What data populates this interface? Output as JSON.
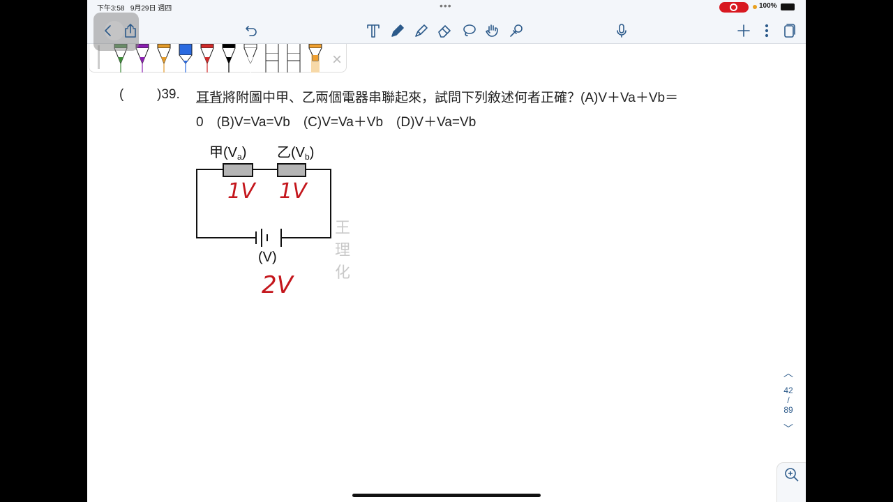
{
  "status": {
    "time": "下午3:58",
    "date": "9月29日 週四",
    "battery": "100%",
    "multitask": "•••"
  },
  "toolbar": {
    "icons": [
      "back-icon",
      "share-icon",
      "undo-icon",
      "text-tool-icon",
      "pen-icon",
      "highlighter-icon",
      "eraser-icon",
      "lasso-icon",
      "hand-icon",
      "shapes-icon",
      "microphone-icon",
      "add-icon",
      "more-icon",
      "pages-icon"
    ]
  },
  "pen_tray": {
    "colors": [
      "#3f8a3a",
      "#8a1fb0",
      "#e29a2a",
      "#2a6ae0",
      "#d02a2a",
      "#000000",
      "#ffffff",
      "#ffffff",
      "#ffffff",
      "#f0a030"
    ],
    "close": "×"
  },
  "question": {
    "paren": "(",
    "number": ")39.",
    "underlined": "耳背",
    "text": "將附圖中甲、乙兩個電器串聯起來，試問下列敘述何者正確？(A)V＋Va＋Vb＝",
    "line2": "0　(B)V=Va=Vb　(C)V=Va＋Vb　(D)V＋Va=Vb"
  },
  "circuit": {
    "label_a": "甲(V",
    "sub_a": "a",
    "label_b": "乙(V",
    "sub_b": "b",
    "close": ")",
    "battery_label": "(V)",
    "handwritten": {
      "a": "1V",
      "b": "1V",
      "battery": "2V"
    },
    "ink_color": "#c4161c"
  },
  "watermark": "王理化",
  "page_nav": {
    "current": "42",
    "sep": "/",
    "total": "89"
  }
}
